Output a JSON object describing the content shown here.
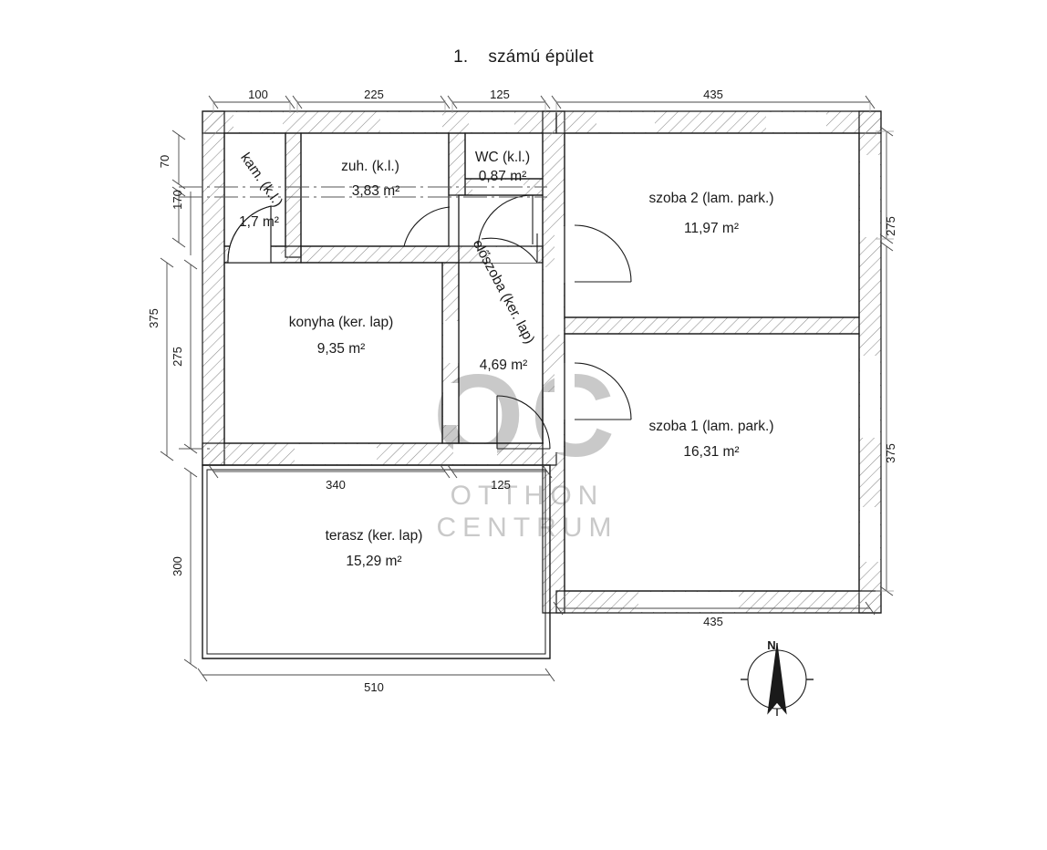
{
  "title": {
    "number": "1.",
    "text": "számú épület"
  },
  "rooms": [
    {
      "id": "kam",
      "name": "kam. (k.l.)",
      "area": "1,7 m²",
      "rotated": true
    },
    {
      "id": "zuh",
      "name": "zuh. (k.l.)",
      "area": "3,83 m²",
      "rotated": false
    },
    {
      "id": "wc",
      "name": "WC (k.l.)",
      "area": "0,87 m²",
      "rotated": false
    },
    {
      "id": "szoba2",
      "name": "szoba 2 (lam. park.)",
      "area": "11,97 m²",
      "rotated": false
    },
    {
      "id": "szoba1",
      "name": "szoba 1 (lam. park.)",
      "area": "16,31 m²",
      "rotated": false
    },
    {
      "id": "konyha",
      "name": "konyha (ker. lap)",
      "area": "9,35 m²",
      "rotated": false
    },
    {
      "id": "eloszoba",
      "name": "előszoba (ker. lap)",
      "area": "4,69 m²",
      "rotated": true
    },
    {
      "id": "terasz",
      "name": "terasz (ker. lap)",
      "area": "15,29 m²",
      "rotated": false
    }
  ],
  "dimensions": {
    "top": [
      "100",
      "225",
      "125",
      "435"
    ],
    "left": [
      "70",
      "170",
      "375",
      "275",
      "300"
    ],
    "right": [
      "275",
      "375"
    ],
    "middle": [
      "340",
      "125"
    ],
    "bottom": [
      "510",
      "435"
    ]
  },
  "compass": {
    "label": "N"
  },
  "watermark": {
    "logo": "OC",
    "line1": "OTTHON",
    "line2": "CENTRUM"
  },
  "colors": {
    "line": "#1a1a1a",
    "wall_hatch": "#8a8a8a",
    "watermark": "#c9c9c9",
    "dim_line": "#4a4a4a"
  }
}
